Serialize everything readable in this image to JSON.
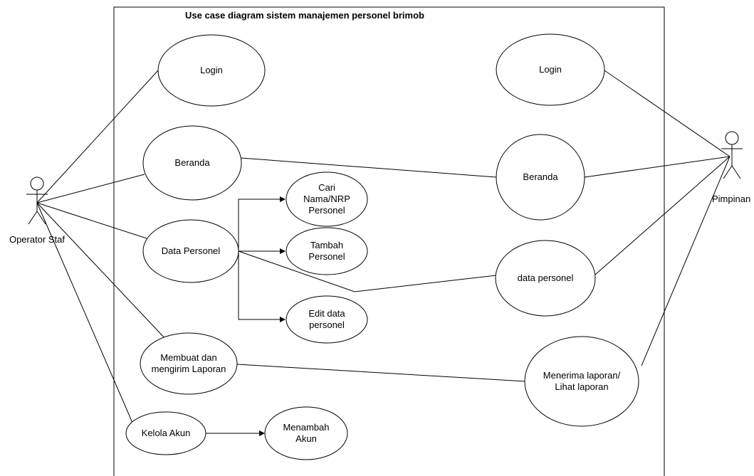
{
  "title": "Use case diagram sistem manajemen personel brimob",
  "actors": {
    "operator": "Operator Staf",
    "pimpinan": "Pimpinan"
  },
  "use_cases": {
    "login_left": "Login",
    "beranda_left": "Beranda",
    "data_personel": "Data Personel",
    "cari_personel": "Cari\nNama/NRP\nPersonel",
    "tambah_personel": "Tambah\nPersonel",
    "edit_personel": "Edit data\npersonel",
    "membuat_laporan": "Membuat dan\nmengirim Laporan",
    "kelola_akun": "Kelola Akun",
    "menambah_akun": "Menambah\nAkun",
    "login_right": "Login",
    "beranda_right": "Beranda",
    "data_personel_right": "data personel",
    "menerima_laporan": "Menerima laporan/\nLihat laporan"
  },
  "colors": {
    "stroke": "#000000",
    "fill": "#ffffff"
  }
}
